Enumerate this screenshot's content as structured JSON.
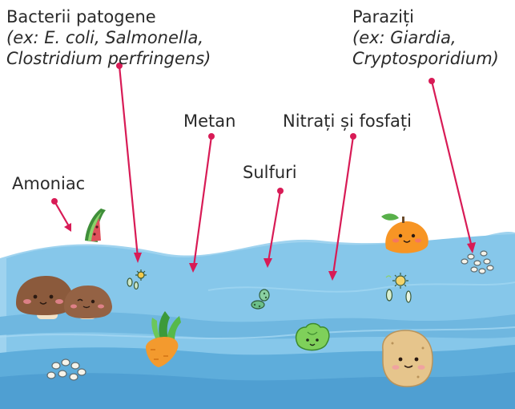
{
  "labels": {
    "bacterii": {
      "title": "Bacterii patogene",
      "ex_line1": "(ex: E. coli, Salmonella,",
      "ex_line2": "Clostridium perfringens)"
    },
    "paraziti": {
      "title": "Paraziți",
      "ex_line1": "(ex: Giardia,",
      "ex_line2": "Cryptosporidium)"
    },
    "metan": "Metan",
    "nitrati": "Nitrați și fosfați",
    "sulfuri": "Sulfuri",
    "amoniac": "Amoniac"
  },
  "colors": {
    "water_light": "#8fcbea",
    "water_mid": "#6db8e2",
    "water_dark": "#4ea3d6",
    "pointer": "#d81b56",
    "text": "#2a2a2a"
  },
  "icons": [
    "mushroom-icon",
    "watermelon-rind-icon",
    "carrot-icon",
    "bacteria-icon",
    "lettuce-icon",
    "orange-icon",
    "potato-icon",
    "parasite-cysts-icon"
  ]
}
